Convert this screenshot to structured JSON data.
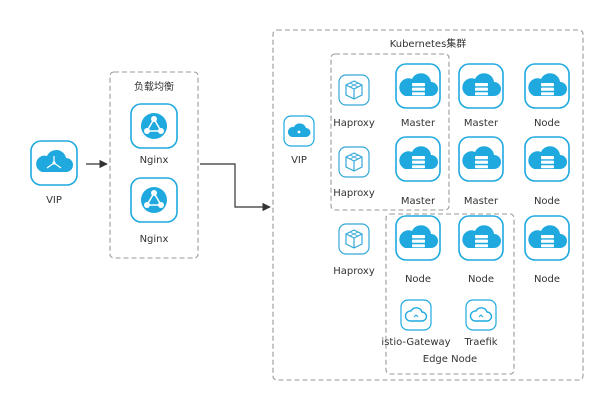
{
  "labels": {
    "vip_left": "VIP",
    "lb_group": "负载均衡",
    "nginx_1": "Nginx",
    "nginx_2": "Nginx",
    "cluster_title": "Kubernetes集群",
    "vip_cluster": "VIP",
    "haproxy_1": "Haproxy",
    "haproxy_2": "Haproxy",
    "haproxy_3": "Haproxy",
    "master_1": "Master",
    "master_2": "Master",
    "master_3": "Master",
    "master_4": "Master",
    "node_1": "Node",
    "node_2": "Node",
    "node_3": "Node",
    "node_4": "Node",
    "node_5": "Node",
    "istio": "istio-Gateway",
    "traefik": "Traefik",
    "edge_group": "Edge Node"
  },
  "colors": {
    "accent": "#1fa9df",
    "frame": "#9a9a9a",
    "arrow": "#333333"
  }
}
